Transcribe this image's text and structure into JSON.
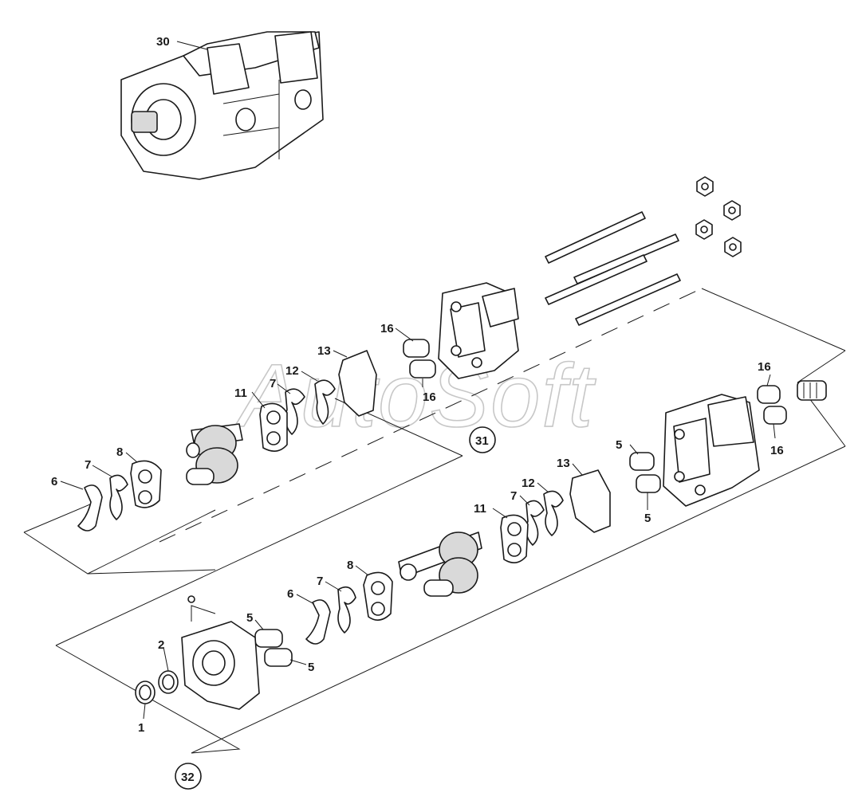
{
  "watermark": "AutoSoft",
  "callouts": {
    "c30": "30",
    "c31": "31",
    "c32": "32",
    "c16a": "16",
    "c16b": "16",
    "c16c": "16",
    "c16d": "16",
    "c13a": "13",
    "c12a": "12",
    "c11a": "11",
    "c7a": "7",
    "c8a": "8",
    "c7b": "7",
    "c6a": "6",
    "c5a": "5",
    "c5b": "5",
    "c13b": "13",
    "c12b": "12",
    "c7c": "7",
    "c11b": "11",
    "c8b": "8",
    "c7d": "7",
    "c6b": "6",
    "c5c": "5",
    "c5d": "5",
    "c2": "2",
    "c1": "1"
  }
}
